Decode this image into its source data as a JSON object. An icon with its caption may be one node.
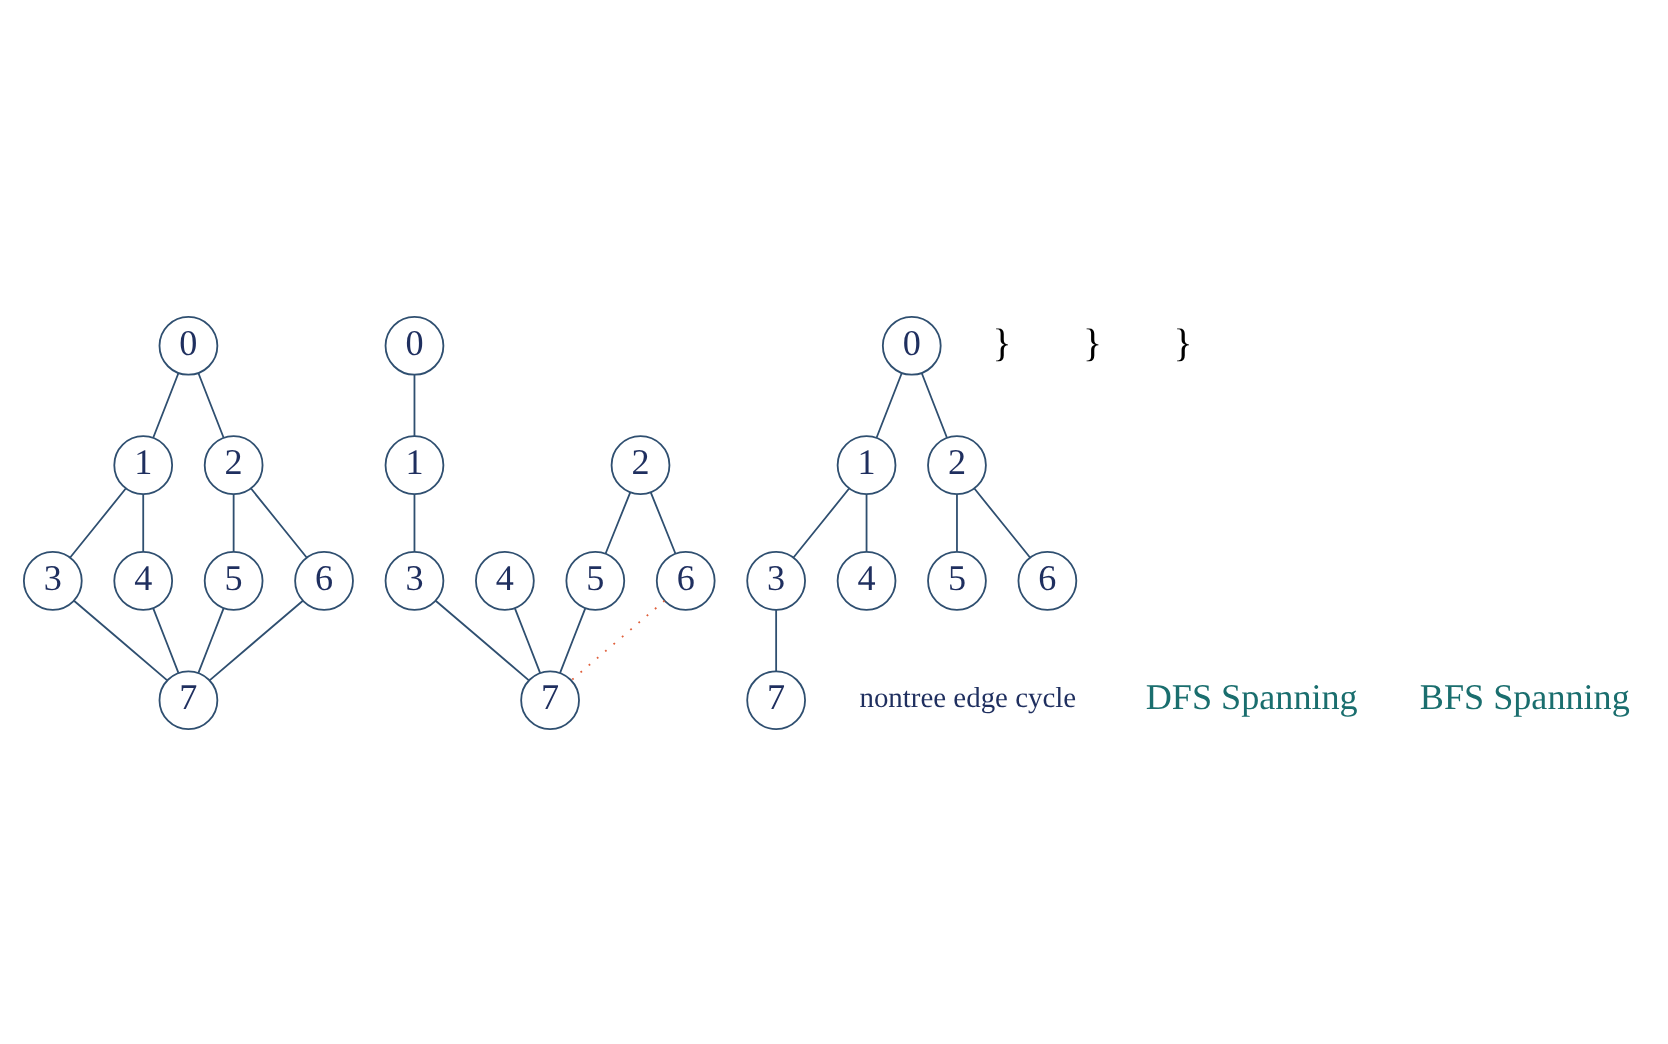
{
  "diagram": {
    "nodes": [
      {
        "text": [
          "0"
        ]
      },
      {
        "text": [
          "1"
        ]
      },
      {
        "text": [
          "2"
        ]
      },
      {
        "text": [
          "3"
        ]
      },
      {
        "text": [
          "4"
        ]
      },
      {
        "text": [
          "5"
        ]
      },
      {
        "text": [
          "6"
        ]
      },
      {
        "text": [
          "7"
        ]
      },
      {
        "text": [
          "0"
        ]
      },
      {
        "text": [
          "1"
        ]
      },
      {
        "text": [
          "2"
        ]
      },
      {
        "text": [
          "3"
        ]
      },
      {
        "text": [
          "4"
        ]
      },
      {
        "text": [
          "5"
        ]
      },
      {
        "text": [
          "6"
        ]
      },
      {
        "text": [
          "7"
        ]
      },
      {
        "text": [
          "0"
        ]
      },
      {
        "text": [
          "1"
        ]
      },
      {
        "text": [
          "2"
        ]
      },
      {
        "text": [
          "3"
        ]
      },
      {
        "text": [
          "4"
        ]
      },
      {
        "text": [
          "5"
        ]
      },
      {
        "text": [
          "6"
        ]
      },
      {
        "text": [
          "7"
        ]
      }
    ],
    "edges": [
      {
        "from": 0,
        "to": 1,
        "arrow": "none"
      },
      {
        "from": 0,
        "to": 2,
        "arrow": "none"
      },
      {
        "from": 1,
        "to": 3,
        "arrow": "none"
      },
      {
        "from": 1,
        "to": 4,
        "arrow": "none"
      },
      {
        "from": 2,
        "to": 5,
        "arrow": "none"
      },
      {
        "from": 2,
        "to": 6,
        "arrow": "none"
      },
      {
        "from": 3,
        "to": 7,
        "arrow": "none"
      },
      {
        "from": 4,
        "to": 7,
        "arrow": "none"
      },
      {
        "from": 5,
        "to": 7,
        "arrow": "none"
      },
      {
        "from": 6,
        "to": 7,
        "arrow": "none"
      },
      {
        "from": 8,
        "to": 9,
        "arrow": "none"
      },
      {
        "from": 9,
        "to": 11,
        "arrow": "none"
      },
      {
        "from": 10,
        "to": 13,
        "arrow": "none"
      },
      {
        "from": 10,
        "to": 14,
        "arrow": "none"
      },
      {
        "from": 11,
        "to": 15,
        "arrow": "none"
      },
      {
        "from": 12,
        "to": 15,
        "arrow": "none"
      },
      {
        "from": 13,
        "to": 15,
        "arrow": "none"
      },
      {
        "from": 14,
        "to": 15,
        "arrow": "none",
        "style": "dashed",
        "color": "#e0603c"
      },
      {
        "from": 16,
        "to": 17,
        "arrow": "none"
      },
      {
        "from": 16,
        "to": 18,
        "arrow": "none"
      },
      {
        "from": 17,
        "to": 19,
        "arrow": "none"
      },
      {
        "from": 17,
        "to": 20,
        "arrow": "none"
      },
      {
        "from": 18,
        "to": 21,
        "arrow": "none"
      },
      {
        "from": 18,
        "to": 22,
        "arrow": "none"
      },
      {
        "from": 19,
        "to": 23,
        "arrow": "none"
      }
    ],
    "labels": [
      "}",
      "}",
      "}",
      "nontree edge cycle",
      "DFS Spanning",
      "BFS Spanning"
    ]
  }
}
